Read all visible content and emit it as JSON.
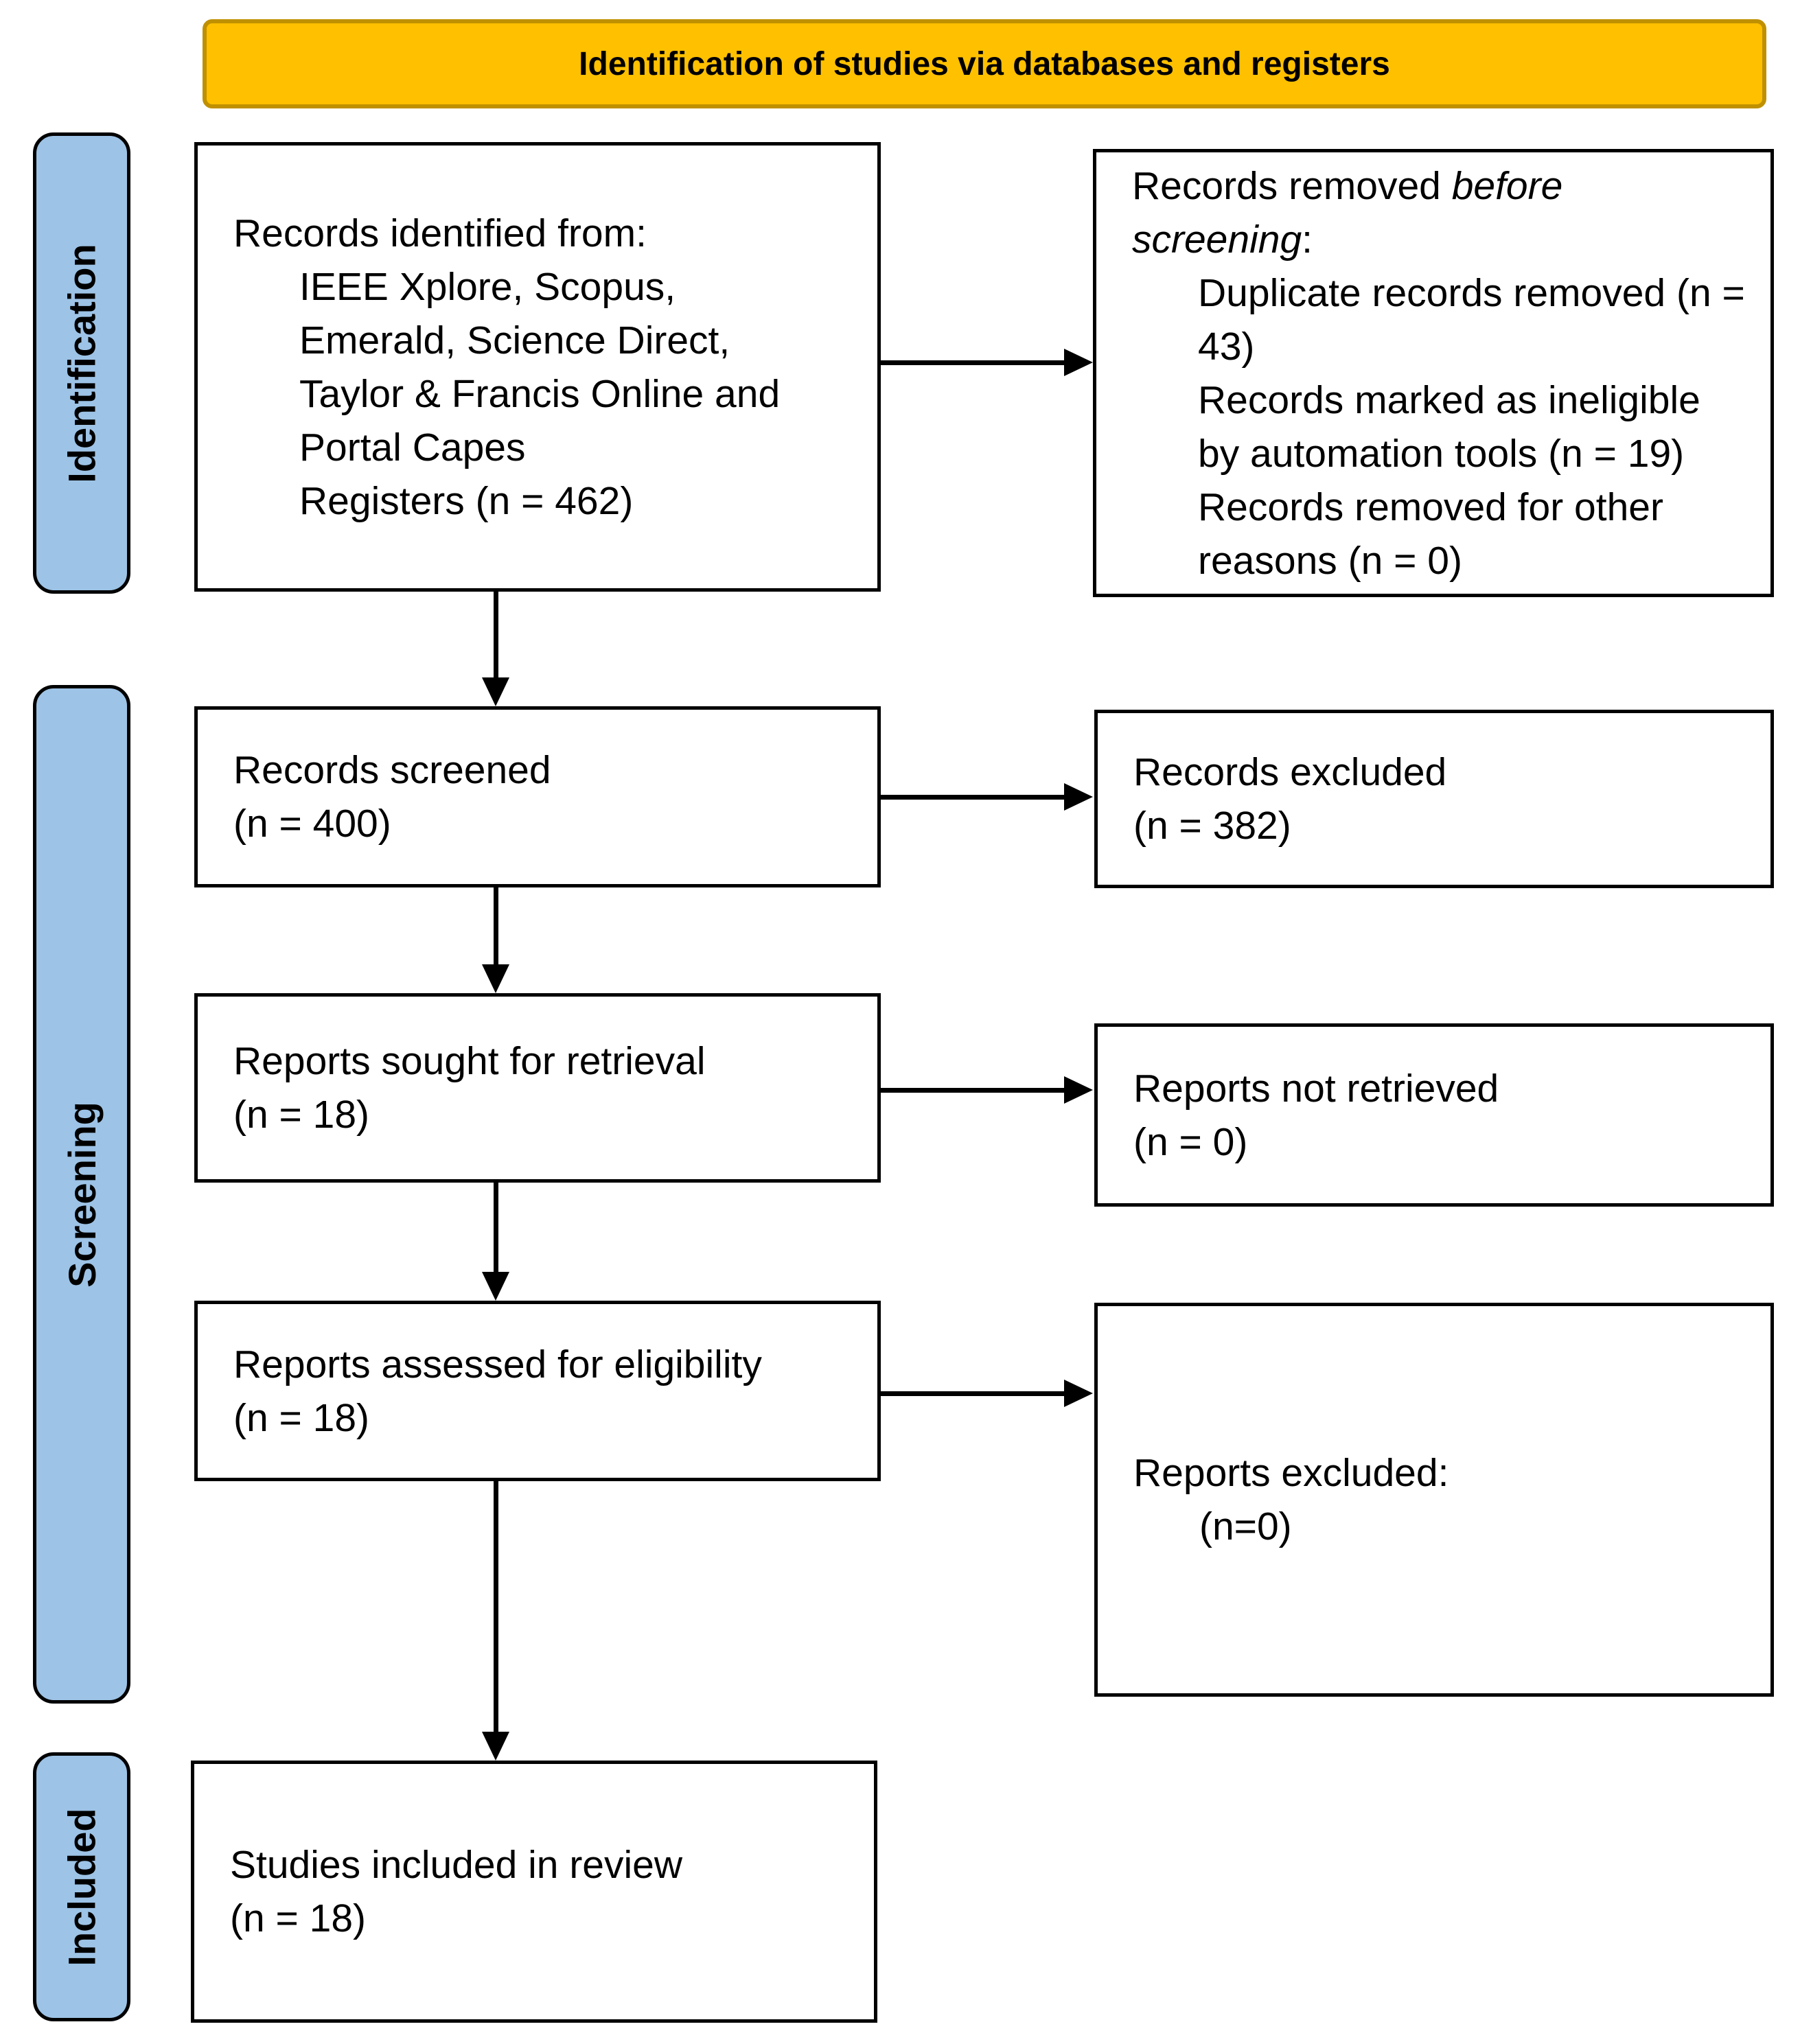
{
  "header": {
    "title": "Identification of studies via databases and registers"
  },
  "stages": [
    {
      "label": "Identification"
    },
    {
      "label": "Screening"
    },
    {
      "label": "Included"
    }
  ],
  "boxes": {
    "identified": {
      "intro": "Records identified from:",
      "sources": [
        "IEEE Xplore, Scopus,",
        "Emerald, Science Direct,",
        "Taylor & Francis Online and",
        "Portal Capes",
        "Registers (n = 462)"
      ]
    },
    "removed": {
      "intro_prefix": "Records removed ",
      "intro_italic": "before screening",
      "intro_suffix": ":",
      "items": [
        "Duplicate records removed (n = 43)",
        "Records marked as ineligible by automation tools (n = 19)",
        "Records removed for other reasons (n = 0)"
      ]
    },
    "screened": {
      "line1": "Records screened",
      "line2": "(n = 400)"
    },
    "excluded": {
      "line1": "Records excluded",
      "line2": "(n = 382)"
    },
    "sought": {
      "line1": "Reports sought for retrieval",
      "line2": "(n = 18)"
    },
    "not_retrieved": {
      "line1": "Reports not retrieved",
      "line2": "(n = 0)"
    },
    "assessed": {
      "line1": "Reports assessed for eligibility",
      "line2": "(n = 18)"
    },
    "reports_excluded": {
      "line1": "Reports excluded:",
      "line2": "(n=0)"
    },
    "included_review": {
      "line1": "Studies included in review",
      "line2": "(n = 18)"
    }
  },
  "colors": {
    "header_fill": "#FFC000",
    "header_border": "#BF9000",
    "stage_fill": "#9DC3E6",
    "box_border": "#000000"
  }
}
